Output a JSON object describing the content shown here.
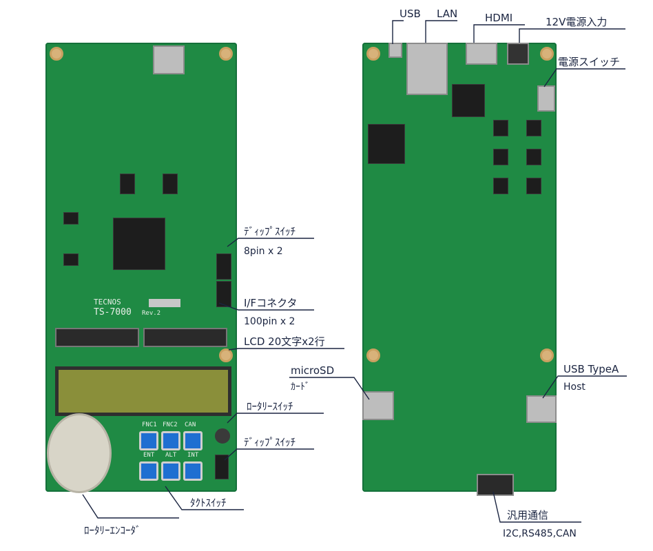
{
  "labels": {
    "usb": "USB",
    "lan": "LAN",
    "hdmi": "HDMI",
    "power_input": "12V電源入力",
    "power_switch": "電源スイッチ",
    "dip_switch_top": "ﾃﾞｨｯﾌﾟｽｲｯﾁ",
    "dip_switch_top_sub": "8pin x 2",
    "if_connector": "I/Fコネクタ",
    "if_connector_sub": "100pin x 2",
    "lcd": "LCD 20文字x2行",
    "microsd": "microSD",
    "microsd_sub": "ｶｰﾄﾞ",
    "rotary_switch": "ﾛｰﾀﾘｰｽｲｯﾁ",
    "dip_switch_bottom": "ﾃﾞｨｯﾌﾟｽｲｯﾁ",
    "tact_switch": "ﾀｸﾄｽｲｯﾁ",
    "rotary_encoder": "ﾛｰﾀﾘｰｴﾝｺｰﾀﾞ",
    "usb_typea": "USB TypeA",
    "usb_typea_sub": "Host",
    "general_comm": "汎用通信",
    "general_comm_sub": "I2C,RS485,CAN"
  },
  "board_silk": {
    "brand": "TECNOS",
    "model": "TS-7000",
    "rev": "Rev.2",
    "btn_top": [
      "FNC1",
      "FNC2",
      "CAN"
    ],
    "btn_bottom": [
      "ENT",
      "ALT",
      "INT"
    ]
  },
  "colors": {
    "pcb": "#1f8a44",
    "button": "#1f6fd1",
    "label_text": "#1a2440"
  }
}
